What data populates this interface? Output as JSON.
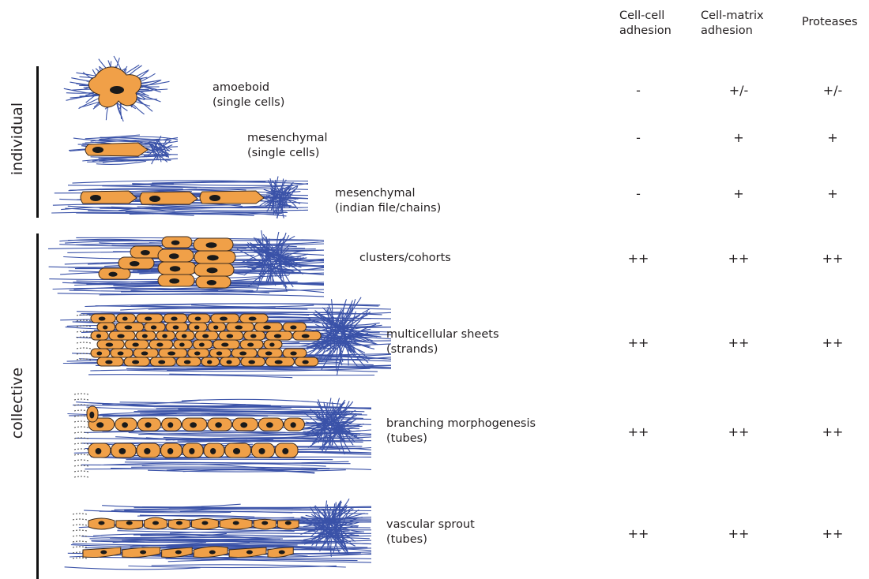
{
  "columns": [
    "Cell-cell\nadhesion",
    "Cell-matrix\nadhesion",
    "Proteases"
  ],
  "groups": [
    {
      "label": "individual"
    },
    {
      "label": "collective"
    }
  ],
  "rows": [
    {
      "label": "amoeboid\n(single cells)",
      "values": [
        "-",
        "+/-",
        "+/-"
      ]
    },
    {
      "label": "mesenchymal\n(single cells)",
      "values": [
        "-",
        "+",
        "+"
      ]
    },
    {
      "label": "mesenchymal\n(indian file/chains)",
      "values": [
        "-",
        "+",
        "+"
      ]
    },
    {
      "label": "clusters/cohorts",
      "values": [
        "++",
        "++",
        "++"
      ]
    },
    {
      "label": "multicellular sheets\n(strands)",
      "values": [
        "++",
        "++",
        "++"
      ]
    },
    {
      "label": "branching morphogenesis\n(tubes)",
      "values": [
        "++",
        "++",
        "++"
      ]
    },
    {
      "label": "vascular sprout\n(tubes)",
      "values": [
        "++",
        "++",
        "++"
      ]
    }
  ],
  "colors": {
    "fiber": "#3a52a8",
    "cell": "#f0a048",
    "cell_edge": "#3a2a1e",
    "nucleus": "#1a1a1a",
    "text": "#231f20"
  }
}
